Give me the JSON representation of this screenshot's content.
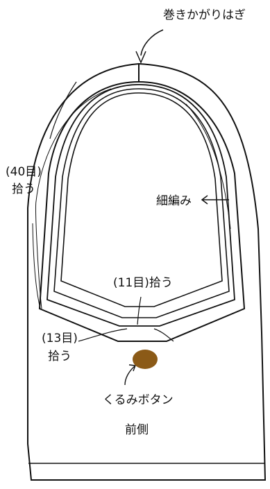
{
  "labels": {
    "seam": "巻きかがりはぎ",
    "pickup_40_line1": "(40目)",
    "pickup_40_line2": "拾う",
    "rib": "細編み",
    "pickup_11": "(11目)拾う",
    "pickup_13_line1": "(13目)",
    "pickup_13_line2": "拾う",
    "button": "くるみボタン",
    "front": "前側"
  },
  "colors": {
    "line": "#111111",
    "button": "#8b5a17",
    "background": "#ffffff"
  }
}
